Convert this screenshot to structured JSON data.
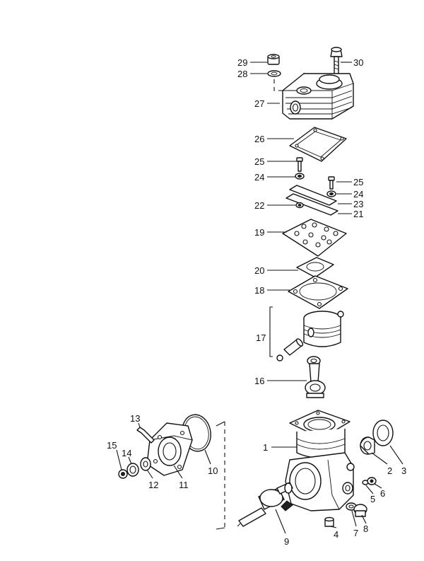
{
  "callouts": [
    {
      "id": "c30",
      "text": "30"
    },
    {
      "id": "c29",
      "text": "29"
    },
    {
      "id": "c28",
      "text": "28"
    },
    {
      "id": "c27",
      "text": "27"
    },
    {
      "id": "c26",
      "text": "26"
    },
    {
      "id": "c25a",
      "text": "25"
    },
    {
      "id": "c24a",
      "text": "24"
    },
    {
      "id": "c25b",
      "text": "25"
    },
    {
      "id": "c24b",
      "text": "24"
    },
    {
      "id": "c23",
      "text": "23"
    },
    {
      "id": "c22",
      "text": "22"
    },
    {
      "id": "c21",
      "text": "21"
    },
    {
      "id": "c19",
      "text": "19"
    },
    {
      "id": "c20",
      "text": "20"
    },
    {
      "id": "c18",
      "text": "18"
    },
    {
      "id": "c17",
      "text": "17"
    },
    {
      "id": "c16",
      "text": "16"
    },
    {
      "id": "c13",
      "text": "13"
    },
    {
      "id": "c15",
      "text": "15"
    },
    {
      "id": "c14",
      "text": "14"
    },
    {
      "id": "c12",
      "text": "12"
    },
    {
      "id": "c11",
      "text": "11"
    },
    {
      "id": "c10",
      "text": "10"
    },
    {
      "id": "c1",
      "text": "1"
    },
    {
      "id": "c2",
      "text": "2"
    },
    {
      "id": "c3",
      "text": "3"
    },
    {
      "id": "c5",
      "text": "5"
    },
    {
      "id": "c6",
      "text": "6"
    },
    {
      "id": "c4",
      "text": "4"
    },
    {
      "id": "c7",
      "text": "7"
    },
    {
      "id": "c8",
      "text": "8"
    },
    {
      "id": "c9",
      "text": "9"
    }
  ]
}
